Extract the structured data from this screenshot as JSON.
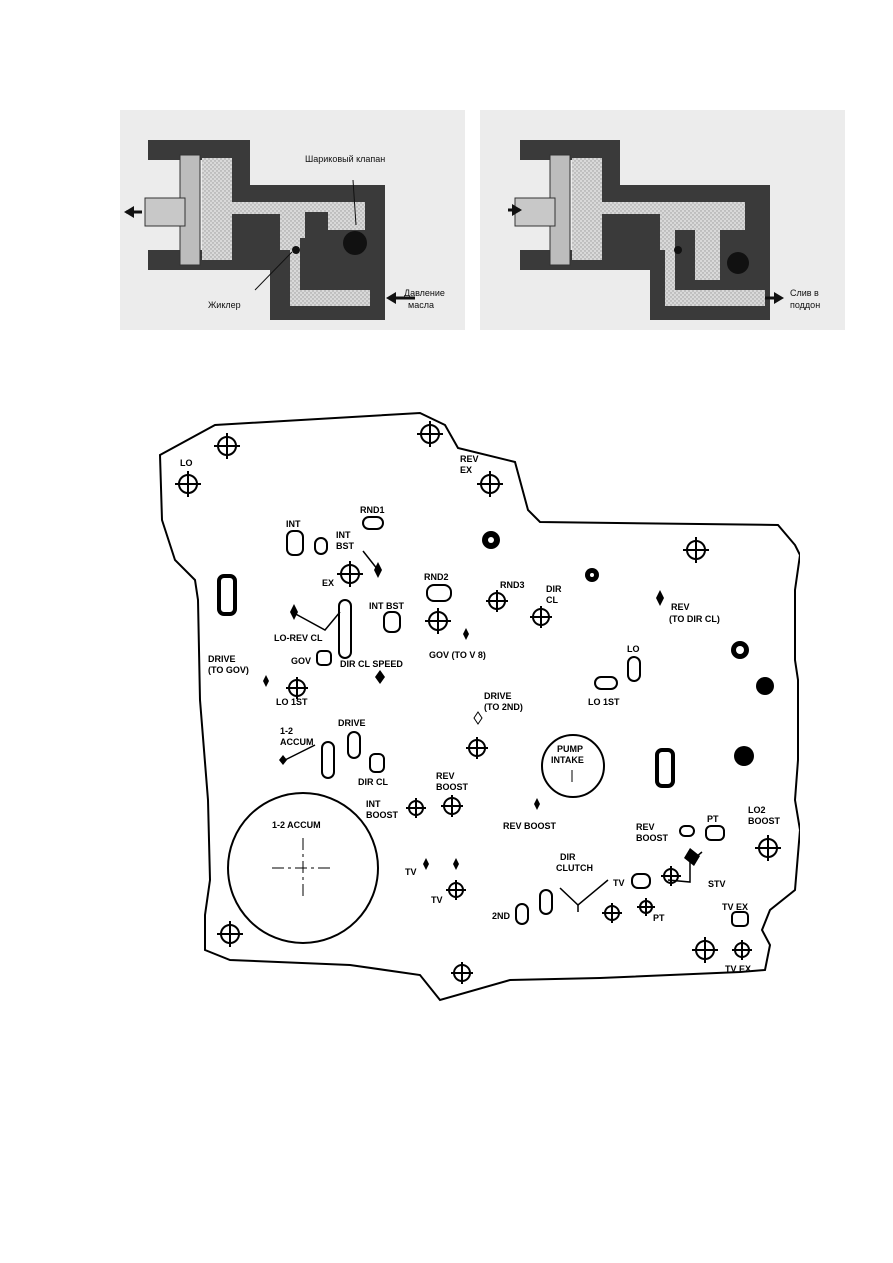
{
  "top_diagram": {
    "left": {
      "ball_valve_label": "Шариковый клапан",
      "orifice_label": "Жиклер",
      "oil_pressure_label_line1": "Давление",
      "oil_pressure_label_line2": "масла"
    },
    "right": {
      "drain_label_line1": "Слив в",
      "drain_label_line2": "поддон"
    }
  },
  "valve_body": {
    "labels": {
      "lo_top": "LO",
      "rev_ex_1": "REV",
      "rev_ex_2": "EX",
      "rnd1": "RND1",
      "int": "INT",
      "int_bst_1": "INT",
      "int_bst_2": "BST",
      "ex": "EX",
      "rnd2": "RND2",
      "rnd3": "RND3",
      "dir_cl_1": "DIR",
      "dir_cl_2": "CL",
      "int_bst": "INT BST",
      "lo_rev_cl": "LO-REV CL",
      "rev_to_dir_1": "REV",
      "rev_to_dir_2": "(TO DIR CL)",
      "gov_to_v8": "GOV (TO V 8)",
      "drive_to_gov_1": "DRIVE",
      "drive_to_gov_2": "(TO GOV)",
      "gov": "GOV",
      "dir_cl_speed": "DIR CL SPEED",
      "lo_right": "LO",
      "lo_1st_left": "LO  1ST",
      "lo_1st_right": "LO  1ST",
      "drive_to_2nd_1": "DRIVE",
      "drive_to_2nd_2": "(TO 2ND)",
      "accum_12_1": "1-2",
      "accum_12_2": "ACCUM",
      "drive_mid": "DRIVE",
      "pump_intake_1": "PUMP",
      "pump_intake_2": "INTAKE",
      "dir_cl_low": "DIR CL",
      "rev_boost_1": "REV",
      "rev_boost_2": "BOOST",
      "int_boost_1": "INT",
      "int_boost_2": "BOOST",
      "accum_big": "1-2 ACCUM",
      "rev_boost_mid": "REV BOOST",
      "rev_boost_r1": "REV",
      "rev_boost_r2": "BOOST",
      "pt_top": "PT",
      "lo2_boost_1": "LO2",
      "lo2_boost_2": "BOOST",
      "dir_clutch_1": "DIR",
      "dir_clutch_2": "CLUTCH",
      "tv_left": "TV",
      "tv_low": "TV",
      "tv_right": "TV",
      "stv": "STV",
      "second": "2ND",
      "pt_low": "PT",
      "tv_ex_1": "TV EX",
      "tv_ex_2": "TV EX"
    }
  }
}
